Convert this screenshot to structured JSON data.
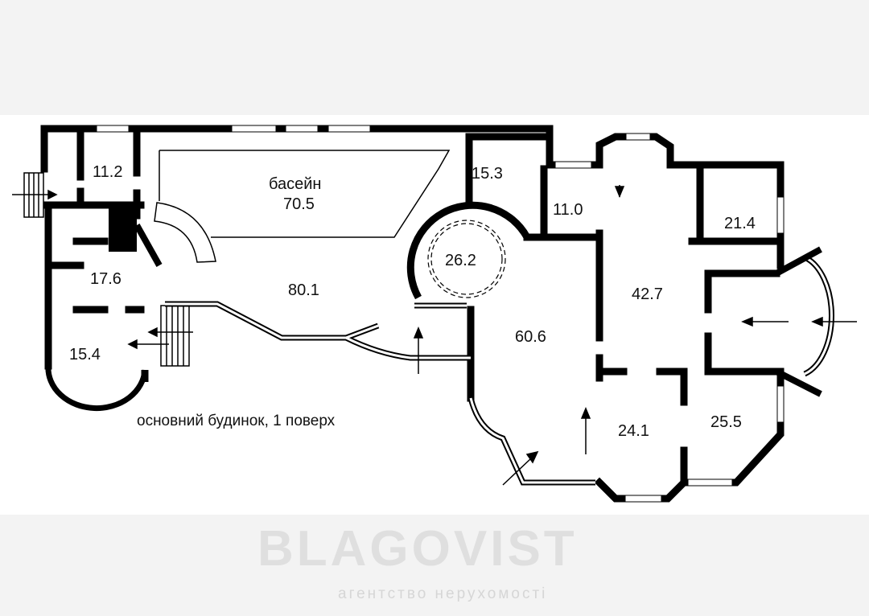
{
  "plan": {
    "caption": "основний будинок, 1 поверх",
    "rooms": [
      {
        "id": "r11_2",
        "label": "11.2"
      },
      {
        "id": "pool",
        "label": "басейн",
        "area": "70.5"
      },
      {
        "id": "r15_3",
        "label": "15.3"
      },
      {
        "id": "r11_0",
        "label": "11.0"
      },
      {
        "id": "r21_4",
        "label": "21.4"
      },
      {
        "id": "r17_6",
        "label": "17.6"
      },
      {
        "id": "r26_2",
        "label": "26.2"
      },
      {
        "id": "r80_1",
        "label": "80.1"
      },
      {
        "id": "r42_7",
        "label": "42.7"
      },
      {
        "id": "r15_4",
        "label": "15.4"
      },
      {
        "id": "r60_6",
        "label": "60.6"
      },
      {
        "id": "r24_1",
        "label": "24.1"
      },
      {
        "id": "r25_5",
        "label": "25.5"
      }
    ]
  },
  "watermark": {
    "brand": "BLAGOVIST",
    "tagline": "агентство нерухомості"
  }
}
